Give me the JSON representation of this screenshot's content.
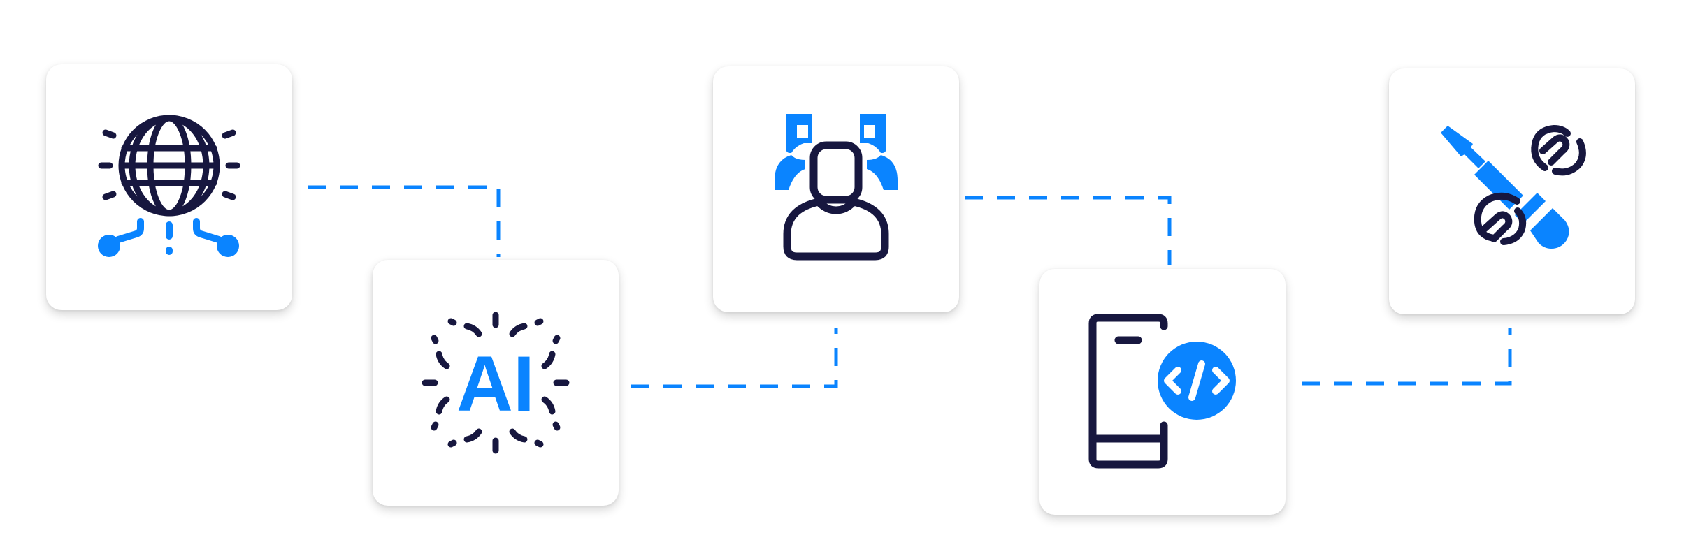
{
  "colors": {
    "navy": "#17173f",
    "blue": "#0a84ff",
    "card_background": "#ffffff",
    "connector": "#0a84ff"
  },
  "nodes": [
    {
      "id": "globe",
      "icon": "globe-network-icon"
    },
    {
      "id": "ai",
      "icon": "ai-chip-icon",
      "text": "AI"
    },
    {
      "id": "people",
      "icon": "user-group-icon"
    },
    {
      "id": "mobile",
      "icon": "mobile-code-icon",
      "code_glyph": "</>"
    },
    {
      "id": "tools",
      "icon": "screwdriver-wrench-icon"
    }
  ],
  "edges": [
    {
      "from": "globe",
      "to": "ai",
      "style": "dashed"
    },
    {
      "from": "ai",
      "to": "people",
      "style": "dashed"
    },
    {
      "from": "people",
      "to": "mobile",
      "style": "dashed"
    },
    {
      "from": "mobile",
      "to": "tools",
      "style": "dashed"
    }
  ]
}
